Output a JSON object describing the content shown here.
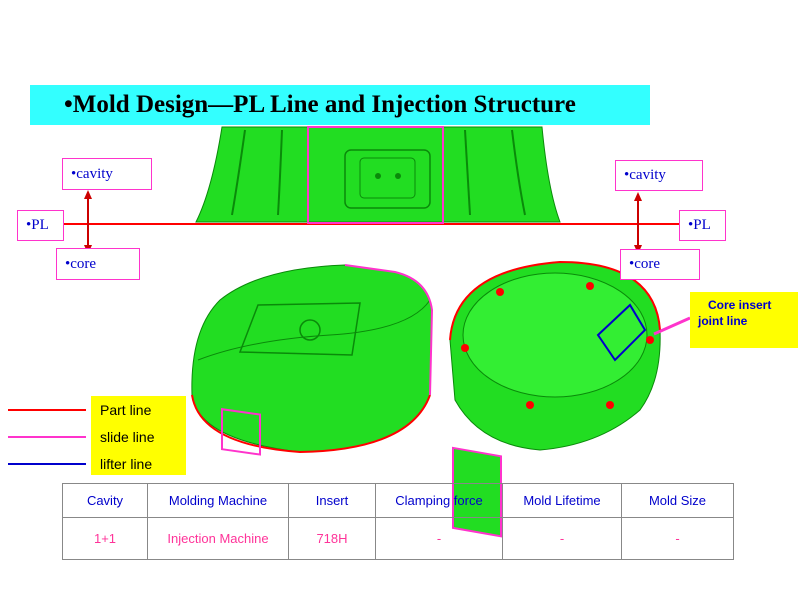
{
  "title": "•Mold Design—PL Line and Injection Structure",
  "labels": {
    "cavity_left": "•cavity",
    "core_left": "•core",
    "pl_left": "•PL",
    "cavity_right": "•cavity",
    "core_right": "•core",
    "pl_right": "•PL"
  },
  "legend": {
    "part_line": "Part line",
    "slide_line": "slide line",
    "lifter_line": "lifter line"
  },
  "note": {
    "line1": "Core insert",
    "line2": "joint line"
  },
  "table": {
    "headers": [
      "Cavity",
      "Molding Machine",
      "Insert",
      "Clamping force",
      "Mold Lifetime",
      "Mold Size"
    ],
    "values": [
      "1+1",
      "Injection Machine",
      "718H",
      "-",
      "-",
      "-"
    ]
  },
  "colors": {
    "title_bg": "#33ffff",
    "part_body": "#22dd22",
    "part_line": "#ff0000",
    "slide_line": "#ff33cc",
    "lifter_line": "#0000cc",
    "note_bg": "#ffff00"
  }
}
